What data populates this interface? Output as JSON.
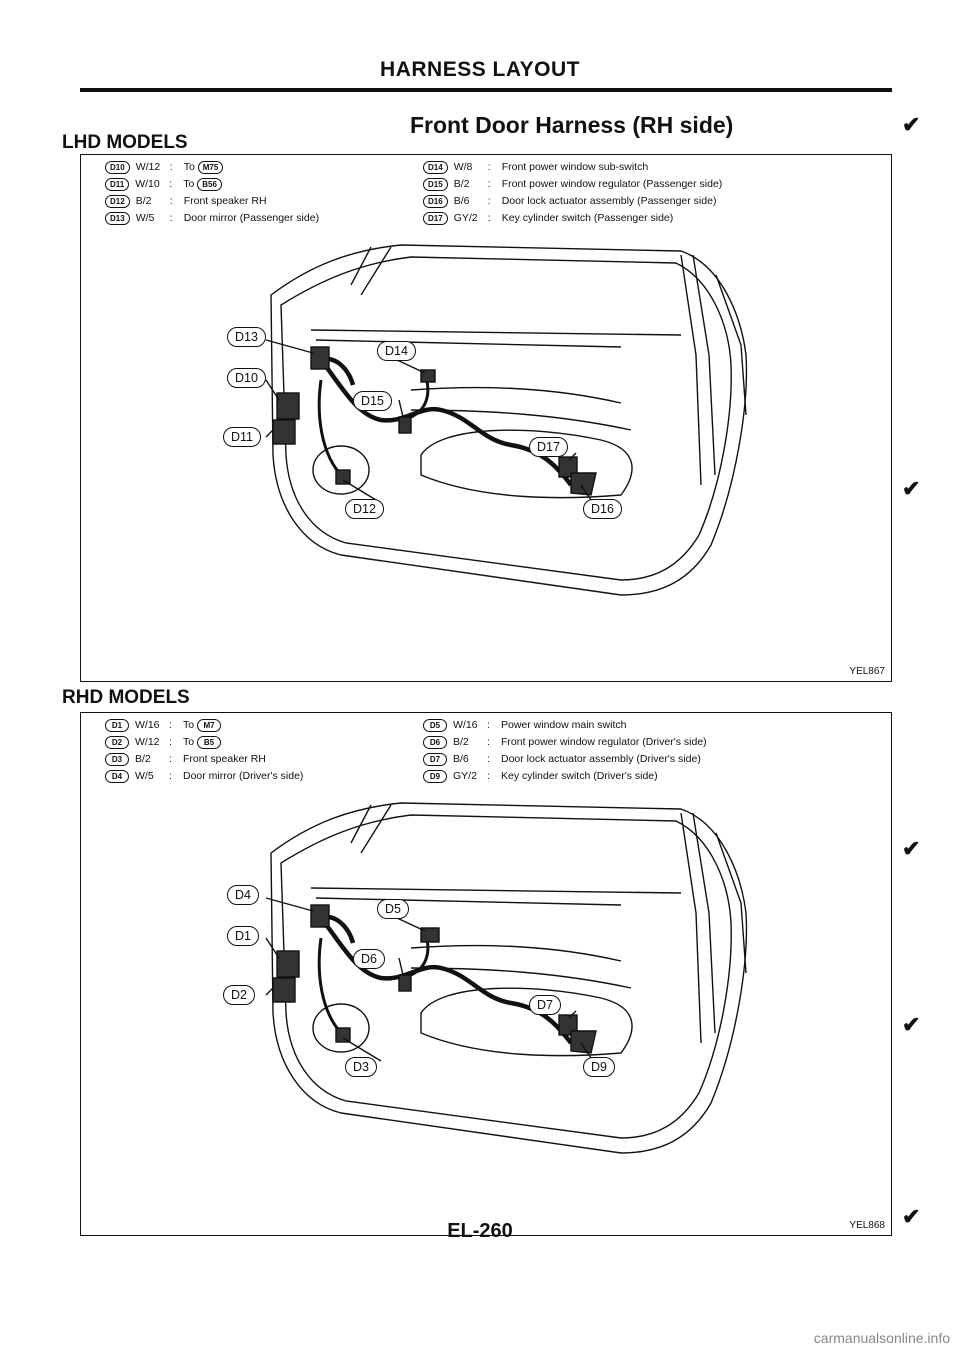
{
  "page_title": "HARNESS LAYOUT",
  "diagram_title": "Front Door Harness (RH side)",
  "lhd": {
    "section_label": "LHD MODELS",
    "legend_left": [
      {
        "code": "D10",
        "color": "W/12",
        "desc": "To",
        "ref": "M75"
      },
      {
        "code": "D11",
        "color": "W/10",
        "desc": "To",
        "ref": "B56"
      },
      {
        "code": "D12",
        "color": "B/2",
        "desc": "Front speaker RH",
        "ref": ""
      },
      {
        "code": "D13",
        "color": "W/5",
        "desc": "Door mirror (Passenger side)",
        "ref": ""
      }
    ],
    "legend_right": [
      {
        "code": "D14",
        "color": "W/8",
        "desc": "Front power window sub-switch"
      },
      {
        "code": "D15",
        "color": "B/2",
        "desc": "Front power window regulator (Passenger side)"
      },
      {
        "code": "D16",
        "color": "B/6",
        "desc": "Door lock actuator assembly (Passenger side)"
      },
      {
        "code": "D17",
        "color": "GY/2",
        "desc": "Key cylinder switch (Passenger side)"
      }
    ],
    "callouts": [
      "D13",
      "D10",
      "D11",
      "D14",
      "D15",
      "D17",
      "D12",
      "D16"
    ],
    "figure_code": "YEL867"
  },
  "rhd": {
    "section_label": "RHD MODELS",
    "legend_left": [
      {
        "code": "D1",
        "color": "W/16",
        "desc": "To",
        "ref": "M7"
      },
      {
        "code": "D2",
        "color": "W/12",
        "desc": "To",
        "ref": "B5"
      },
      {
        "code": "D3",
        "color": "B/2",
        "desc": "Front speaker RH",
        "ref": ""
      },
      {
        "code": "D4",
        "color": "W/5",
        "desc": "Door mirror (Driver's side)",
        "ref": ""
      }
    ],
    "legend_right": [
      {
        "code": "D5",
        "color": "W/16",
        "desc": "Power window main switch"
      },
      {
        "code": "D6",
        "color": "B/2",
        "desc": "Front power window regulator (Driver's side)"
      },
      {
        "code": "D7",
        "color": "B/6",
        "desc": "Door lock actuator assembly (Driver's side)"
      },
      {
        "code": "D9",
        "color": "GY/2",
        "desc": "Key cylinder switch (Driver's side)"
      }
    ],
    "callouts": [
      "D4",
      "D1",
      "D2",
      "D5",
      "D6",
      "D7",
      "D3",
      "D9"
    ],
    "figure_code": "YEL868"
  },
  "page_number": "EL-260",
  "watermark": "carmanualsonline.info",
  "colors": {
    "ink": "#111111",
    "watermark": "#888888"
  }
}
